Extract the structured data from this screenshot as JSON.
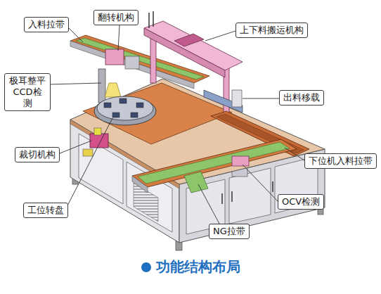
{
  "diagram": {
    "caption": "功能结构布局",
    "nodes": [
      {
        "text": [
          "入料拉带"
        ]
      },
      {
        "text": [
          "翻转机构"
        ]
      },
      {
        "text": [
          "上下料搬运机构"
        ]
      },
      {
        "text": [
          "极耳整平 CCD检测"
        ]
      },
      {
        "text": [
          "出料移载"
        ]
      },
      {
        "text": [
          "裁切机构"
        ]
      },
      {
        "text": [
          "下位机入料拉带"
        ]
      },
      {
        "text": [
          "工位转盘"
        ]
      },
      {
        "text": [
          "OCV检测"
        ]
      },
      {
        "text": [
          "NG拉带"
        ]
      }
    ]
  }
}
